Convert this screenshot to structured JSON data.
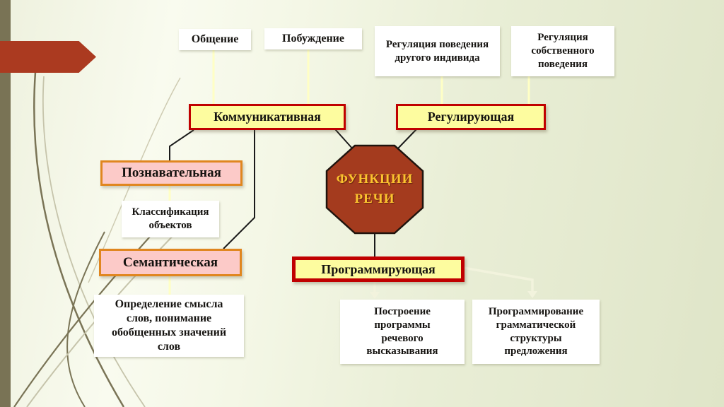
{
  "slide": {
    "title": "ФУНКЦИИ РЕЧИ",
    "language": "ru",
    "colors": {
      "background": "#eef1de",
      "left_bar": "#797355",
      "arrow_marker": "#ab3a20",
      "yellow_node_fill": "#fdfc9f",
      "yellow_node_border": "#c00000",
      "pink_node_fill": "#fccac8",
      "pink_node_border": "#e0861f",
      "octagon_fill": "#a43b1e",
      "octagon_text": "#fcc32f",
      "connector_black": "#1a1a1a",
      "connector_pale_yellow": "#ffffc5",
      "connector_cream": "#f2f3dd"
    }
  },
  "center": {
    "label": "ФУНКЦИИ РЕЧИ"
  },
  "functions": {
    "communicative": {
      "label": "Коммуникативная"
    },
    "regulating": {
      "label": "Регулирующая"
    },
    "cognitive": {
      "label": "Познавательная"
    },
    "semantic": {
      "label": "Семантическая"
    },
    "programming": {
      "label": "Программирующая"
    }
  },
  "details": {
    "communication": {
      "label": "Общение"
    },
    "motivation": {
      "label": "Побуждение"
    },
    "regulation_other": {
      "label": "Регуляция поведения другого индивида"
    },
    "regulation_own": {
      "label": "Регуляция собственного поведения"
    },
    "classification": {
      "label": "Классификация объектов"
    },
    "word_meaning": {
      "label": "Определение смысла слов, понимание обобщенных значений слов"
    },
    "utterance_program": {
      "label": "Построение программы речевого высказывания"
    },
    "grammar_structure": {
      "label": "Программирование грамматической структуры предложения"
    }
  }
}
